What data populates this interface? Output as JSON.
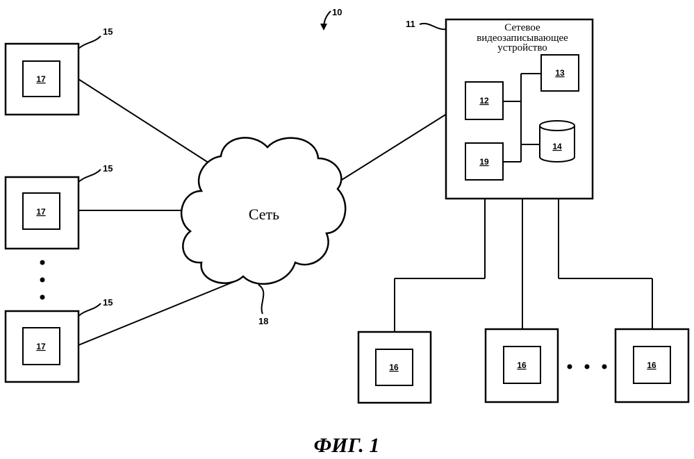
{
  "figure": {
    "ref_system": "10",
    "caption": "ФИГ. 1"
  },
  "recorder": {
    "ref": "11",
    "label_lines": [
      "Сетевое",
      "видеозаписывающее",
      "устройство"
    ],
    "components": [
      {
        "id": "processor",
        "ref": "12"
      },
      {
        "id": "display",
        "ref": "13"
      },
      {
        "id": "storage",
        "ref": "14"
      },
      {
        "id": "module",
        "ref": "19"
      }
    ]
  },
  "network": {
    "label": "Сеть",
    "ref": "18"
  },
  "clients": [
    {
      "outer_ref": "15",
      "inner_ref": "17"
    },
    {
      "outer_ref": "15",
      "inner_ref": "17"
    },
    {
      "outer_ref": "15",
      "inner_ref": "17"
    }
  ],
  "cameras": [
    {
      "ref": "16"
    },
    {
      "ref": "16"
    },
    {
      "ref": "16"
    }
  ]
}
